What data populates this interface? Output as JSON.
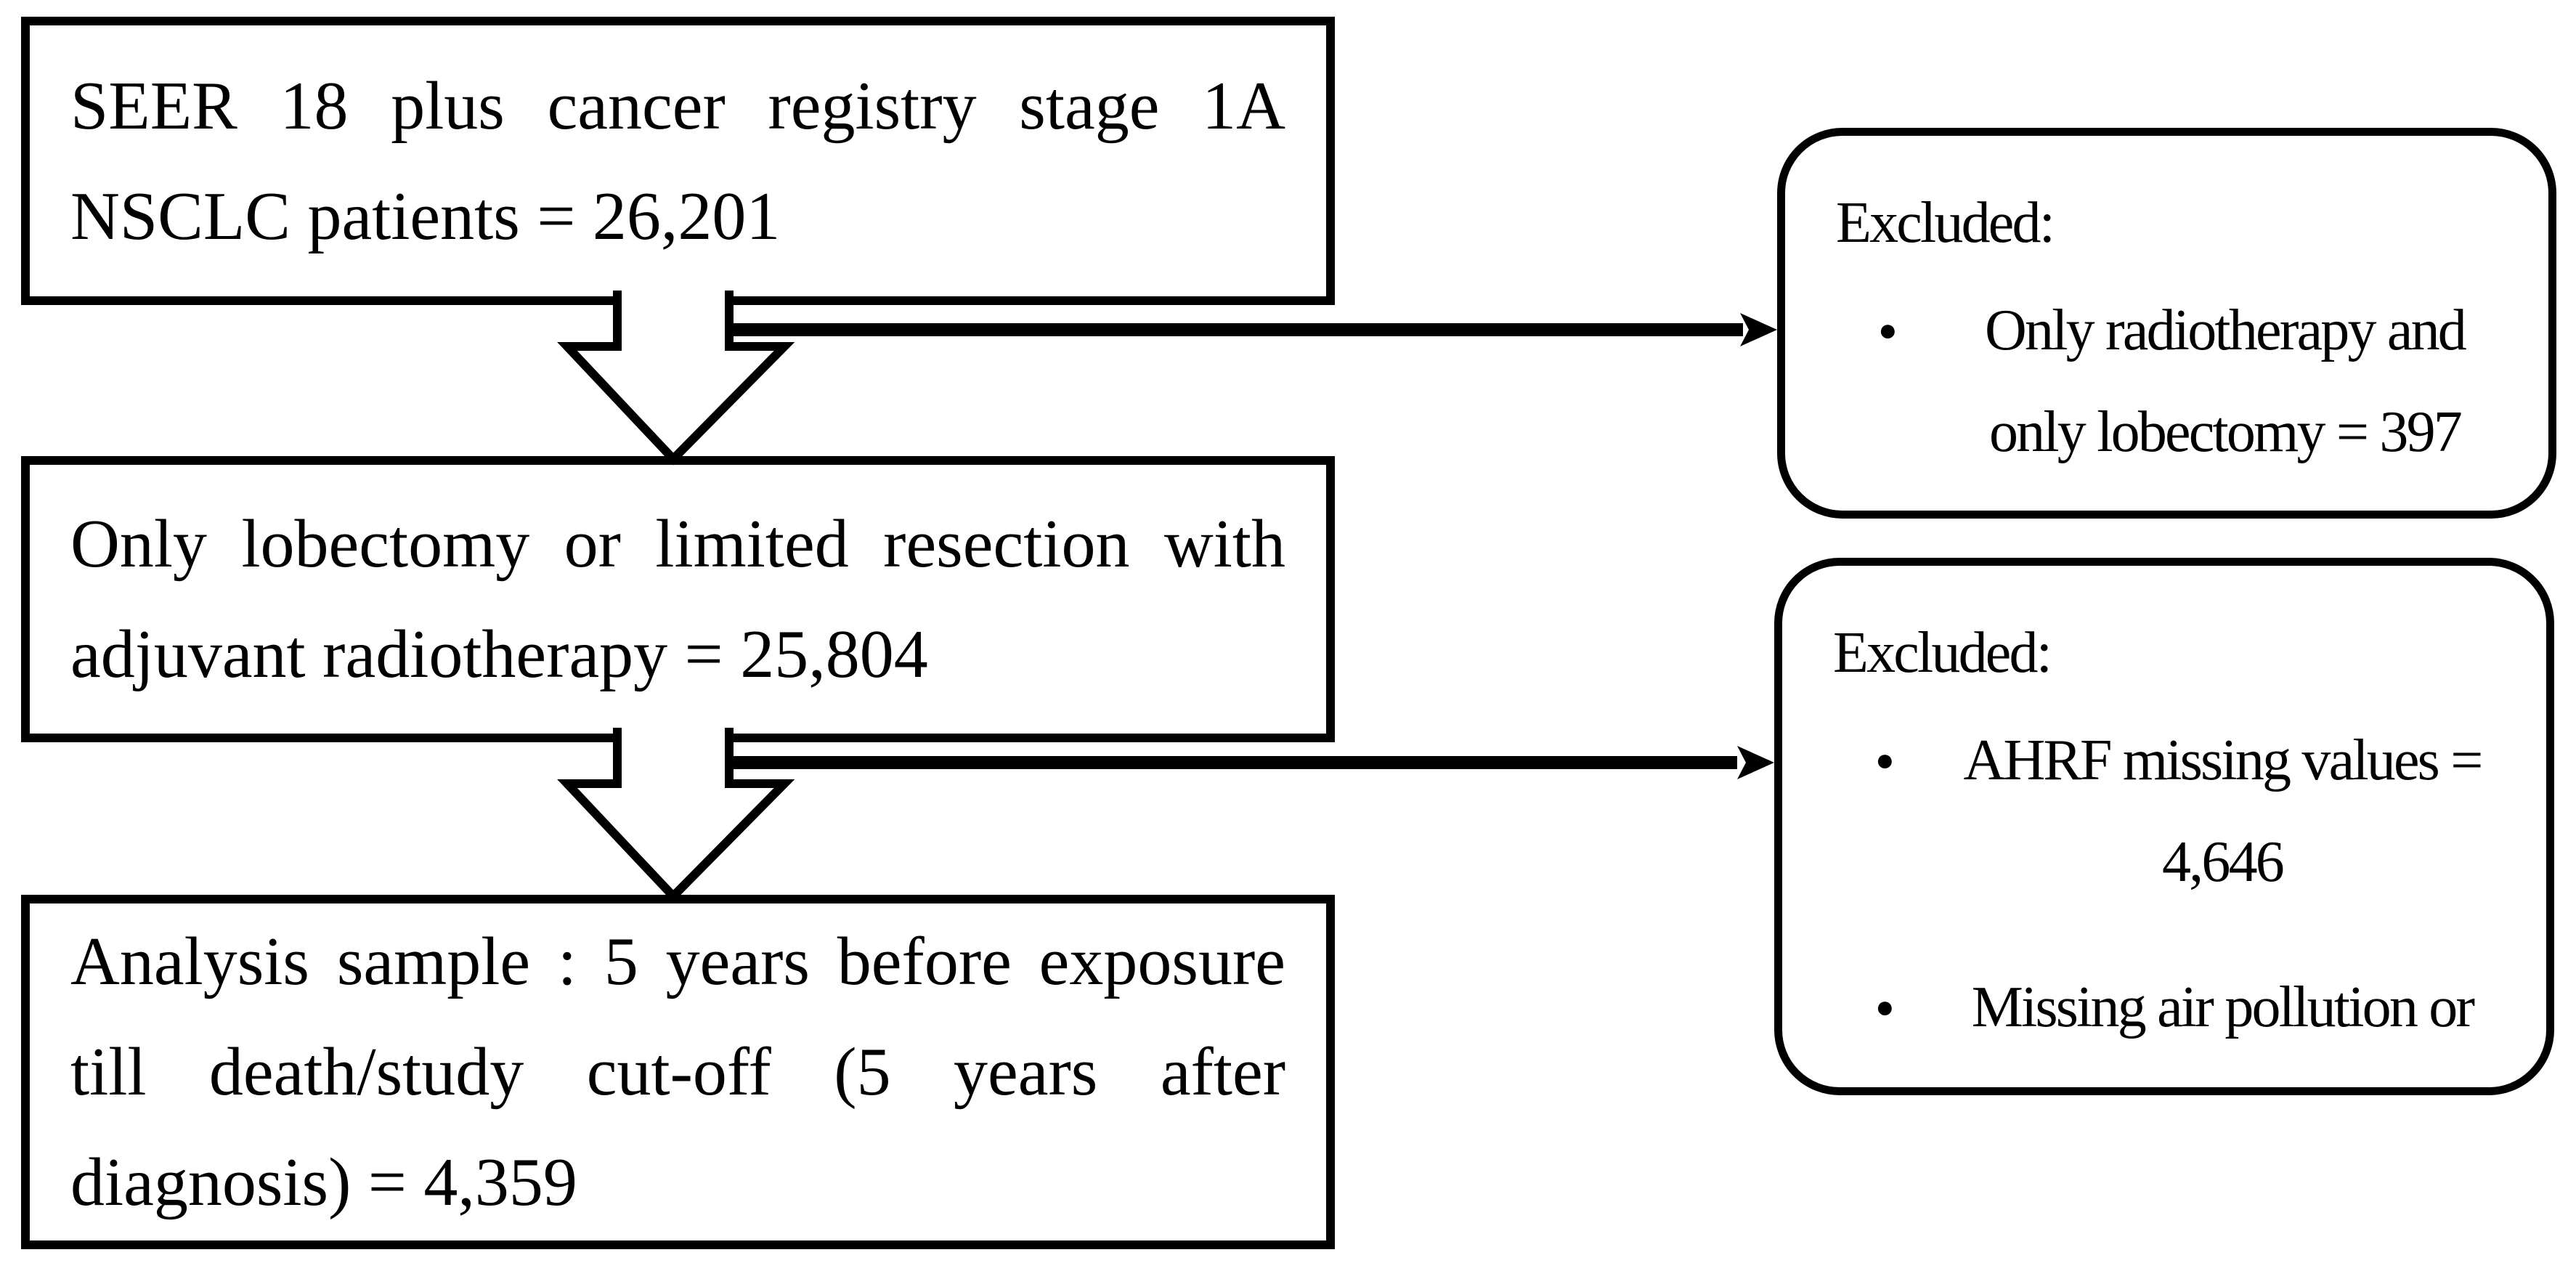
{
  "diagram": {
    "type": "study-flowchart",
    "colors": {
      "line": "#000000",
      "background": "#ffffff"
    },
    "icons": {
      "bullet": "●"
    },
    "main_boxes": [
      {
        "lines": [
          "SEER 18 plus cancer registry stage 1A",
          "NSCLC patients = 26,201"
        ]
      },
      {
        "lines": [
          "Only lobectomy or limited resection with",
          "adjuvant radiotherapy = 25,804"
        ]
      },
      {
        "lines": [
          "Analysis sample : 5 years before exposure",
          "till death/study cut-off (5 years after",
          "diagnosis) = 4,359"
        ]
      }
    ],
    "excluded_boxes": [
      {
        "title": "Excluded:",
        "items": [
          {
            "lines": [
              "Only radiotherapy and",
              "only lobectomy = 397"
            ]
          }
        ]
      },
      {
        "title": "Excluded:",
        "items": [
          {
            "lines": [
              "AHRF missing values =",
              "4,646"
            ]
          },
          {
            "lines": [
              "Missing air pollution or"
            ]
          }
        ]
      }
    ]
  }
}
